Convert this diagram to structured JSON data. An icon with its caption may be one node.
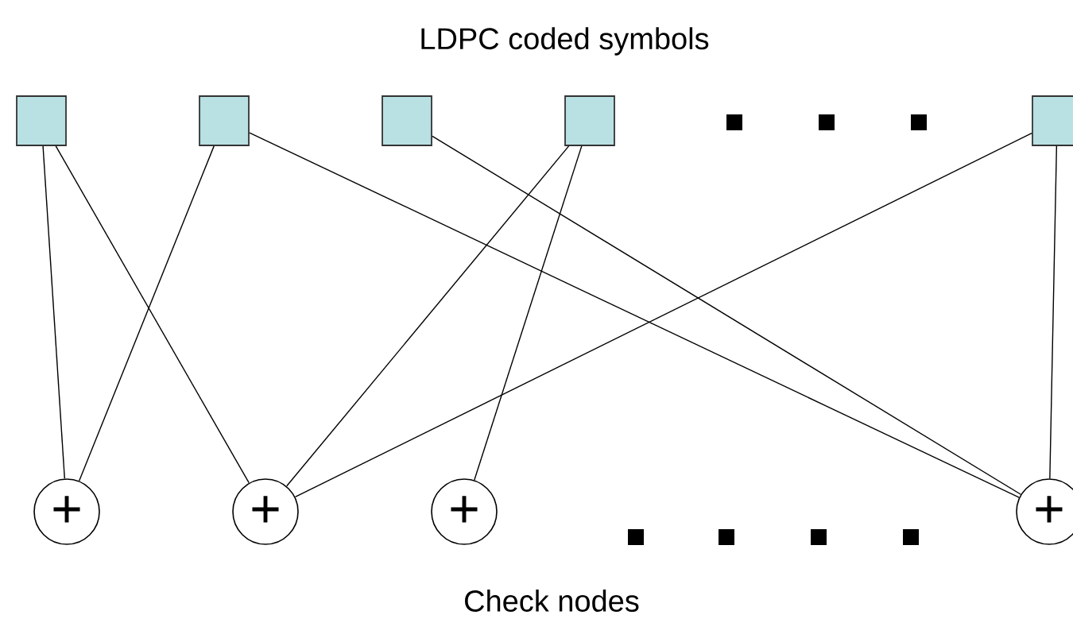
{
  "diagram": {
    "title": "LDPC coded symbols",
    "caption": "Check nodes",
    "nodes": [
      {
        "text": [],
        "shape": "box"
      },
      {
        "text": [],
        "shape": "box"
      },
      {
        "text": [],
        "shape": "box"
      },
      {
        "text": [],
        "shape": "box"
      },
      {
        "text": [],
        "shape": "box"
      },
      {
        "text": [
          "+"
        ]
      },
      {
        "text": [
          "+"
        ]
      },
      {
        "text": [
          "+"
        ]
      },
      {
        "text": [
          "+"
        ]
      }
    ],
    "edges": [
      {
        "from": 0,
        "to": 5,
        "arrow": "none"
      },
      {
        "from": 0,
        "to": 6,
        "arrow": "none"
      },
      {
        "from": 1,
        "to": 5,
        "arrow": "none"
      },
      {
        "from": 1,
        "to": 8,
        "arrow": "none"
      },
      {
        "from": 2,
        "to": 8,
        "arrow": "none"
      },
      {
        "from": 3,
        "to": 6,
        "arrow": "none"
      },
      {
        "from": 3,
        "to": 7,
        "arrow": "none"
      },
      {
        "from": 4,
        "to": 6,
        "arrow": "none"
      },
      {
        "from": 4,
        "to": 8,
        "arrow": "none"
      }
    ]
  }
}
